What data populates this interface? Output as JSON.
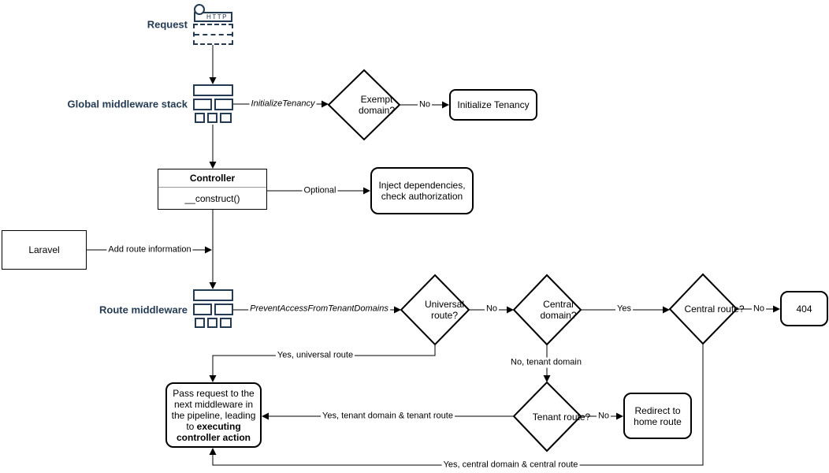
{
  "nodes": {
    "request_label": "Request",
    "http_icon_text": "HTTP",
    "global_middleware_label": "Global middleware stack",
    "route_middleware_label": "Route middleware",
    "controller_title": "Controller",
    "controller_method": "__construct()",
    "laravel": "Laravel",
    "exempt_domain": "Exempt domain?",
    "initialize_tenancy": "Initialize Tenancy",
    "inject_dependencies": "Inject dependencies, check authorization",
    "universal_route": "Universal route?",
    "central_domain": "Central domain?",
    "central_route": "Central route?",
    "not_found": "404",
    "tenant_route": "Tenant route?",
    "redirect_home": "Redirect to home route",
    "pass_request_text": "Pass request to the next middleware in the pipeline, leading to ",
    "pass_request_bold": "executing controller action"
  },
  "edges": {
    "initialize_tenancy_middleware": "InitializeTenancy",
    "exempt_no": "No",
    "optional": "Optional",
    "add_route_information": "Add route information",
    "prevent_access_middleware": "PreventAccessFromTenantDomains",
    "universal_no": "No",
    "central_domain_yes": "Yes",
    "central_route_no": "No",
    "universal_yes": "Yes, universal route",
    "tenant_domain_no": "No, tenant domain",
    "tenant_route_no": "No",
    "tenant_yes": "Yes, tenant domain & tenant route",
    "central_yes": "Yes, central domain & central route"
  },
  "colors": {
    "accent_navy": "#243b53",
    "line_black": "#000000"
  }
}
